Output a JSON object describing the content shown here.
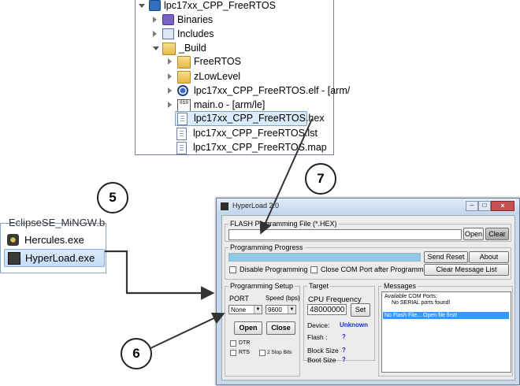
{
  "tree": {
    "project": "lpc17xx_CPP_FreeRTOS",
    "items": [
      {
        "label": "Binaries"
      },
      {
        "label": "Includes"
      },
      {
        "label": "_Build"
      },
      {
        "label": "FreeRTOS"
      },
      {
        "label": "zLowLevel"
      },
      {
        "label": "lpc17xx_CPP_FreeRTOS.elf - [arm/"
      },
      {
        "label": "main.o - [arm/le]"
      },
      {
        "label": "lpc17xx_CPP_FreeRTOS.hex"
      },
      {
        "label": "lpc17xx_CPP_FreeRTOS.lst"
      },
      {
        "label": "lpc17xx_CPP_FreeRTOS.map"
      }
    ]
  },
  "explorer": {
    "top_partial": "EclipseSE_MiNGW.b",
    "items": [
      {
        "label": "Hercules.exe"
      },
      {
        "label": "HyperLoad.exe"
      }
    ]
  },
  "steps": {
    "five": "5",
    "six": "6",
    "seven": "7"
  },
  "hyperload": {
    "title": "HyperLoad 2.0",
    "flash_file": {
      "legend": "FLASH Programming File (*.HEX)",
      "value": "",
      "open": "Open",
      "clear": "Clear"
    },
    "progress": {
      "legend": "Programming Progress",
      "percent": 100,
      "send_reset": "Send Reset",
      "about": "About",
      "disable_programming": "Disable Programming",
      "close_com": "Close COM Port after Programming",
      "clear_messages": "Clear Message List"
    },
    "setup": {
      "legend": "Programming Setup",
      "port_label": "PORT",
      "speed_label": "Speed (bps)",
      "port_value": "None",
      "speed_value": "9600",
      "open": "Open",
      "close": "Close",
      "dtr": "DTR",
      "rts": "RTS",
      "two_stop": "2 Stop Bits"
    },
    "target": {
      "legend": "Target",
      "cpu_label": "CPU Frequency",
      "cpu_value": "48000000",
      "set": "Set",
      "device_label": "Device:",
      "device_value": "Unknown",
      "flash_label": "Flash :",
      "flash_value": "?",
      "block_label": "Block Size",
      "block_value": "?",
      "boot_label": "Boot Size",
      "boot_value": "?"
    },
    "messages": {
      "legend": "Messages",
      "lines": [
        "Available COM Ports:",
        "No SERIAL ports found!"
      ],
      "selected": "No Flash File... Open file first!"
    }
  },
  "colors": {
    "accent": "#3399ff",
    "progress": "#8fcbe8",
    "arrow": "#333333",
    "value_text": "#1633d6"
  }
}
